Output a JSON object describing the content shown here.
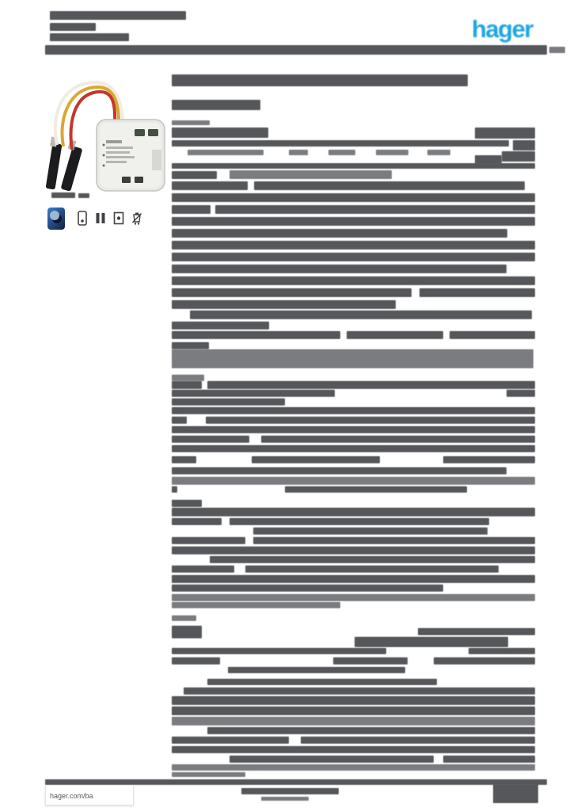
{
  "page": {
    "ink": "#55575a",
    "ink_light": "#7a7c7f",
    "accent_blue": "#1fa6df",
    "background": "#ffffff"
  },
  "header": {
    "logo_text": "hager"
  },
  "footer": {
    "site_text": "hager.com/ba"
  },
  "icon_names": [
    "quicklink-icon",
    "pushbutton-icon",
    "mount-icon",
    "cert-icon",
    "weee-bin-icon"
  ],
  "bars": [
    [
      63,
      14,
      172,
      11
    ],
    [
      63,
      29,
      58,
      10
    ],
    [
      63,
      42,
      100,
      10
    ],
    [
      57,
      57,
      634,
      12
    ],
    [
      694,
      59,
      20,
      8,
      "l"
    ],
    [
      65,
      243,
      30,
      7
    ],
    [
      99,
      244,
      14,
      6
    ],
    [
      217,
      94,
      374,
      15
    ],
    [
      217,
      126,
      112,
      13
    ],
    [
      217,
      152,
      48,
      6,
      "l"
    ],
    [
      217,
      161,
      122,
      13
    ],
    [
      600,
      161,
      76,
      14
    ],
    [
      217,
      177,
      426,
      8
    ],
    [
      648,
      177,
      28,
      13
    ],
    [
      237,
      189,
      96,
      7,
      "l"
    ],
    [
      365,
      189,
      24,
      7,
      "l"
    ],
    [
      415,
      189,
      34,
      7,
      "l"
    ],
    [
      475,
      189,
      41,
      7,
      "l"
    ],
    [
      540,
      189,
      29,
      7,
      "l"
    ],
    [
      634,
      191,
      42,
      13
    ],
    [
      600,
      196,
      34,
      11
    ],
    [
      217,
      206,
      459,
      7
    ],
    [
      217,
      216,
      57,
      10
    ],
    [
      290,
      215,
      205,
      11,
      "l"
    ],
    [
      217,
      229,
      96,
      11
    ],
    [
      321,
      229,
      342,
      11
    ],
    [
      217,
      244,
      459,
      11
    ],
    [
      217,
      259,
      49,
      11
    ],
    [
      272,
      259,
      404,
      11
    ],
    [
      217,
      274,
      459,
      11
    ],
    [
      217,
      289,
      424,
      11
    ],
    [
      217,
      304,
      459,
      11
    ],
    [
      217,
      319,
      459,
      11
    ],
    [
      217,
      334,
      423,
      11
    ],
    [
      217,
      349,
      459,
      11
    ],
    [
      217,
      364,
      303,
      11
    ],
    [
      530,
      364,
      146,
      11
    ],
    [
      217,
      379,
      283,
      11
    ],
    [
      240,
      392,
      432,
      11
    ],
    [
      217,
      406,
      123,
      10
    ],
    [
      217,
      418,
      213,
      10
    ],
    [
      438,
      418,
      122,
      10
    ],
    [
      568,
      418,
      108,
      10
    ],
    [
      217,
      432,
      47,
      9
    ],
    [
      217,
      441,
      457,
      24,
      "l"
    ],
    [
      217,
      473,
      41,
      8,
      "l"
    ],
    [
      217,
      481,
      38,
      10
    ],
    [
      262,
      481,
      414,
      10
    ],
    [
      217,
      492,
      206,
      9
    ],
    [
      640,
      492,
      36,
      9
    ],
    [
      217,
      503,
      143,
      9
    ],
    [
      217,
      514,
      459,
      9
    ],
    [
      217,
      526,
      19,
      9
    ],
    [
      260,
      526,
      416,
      9
    ],
    [
      217,
      538,
      459,
      9
    ],
    [
      217,
      550,
      98,
      9
    ],
    [
      330,
      550,
      346,
      9
    ],
    [
      217,
      562,
      459,
      9
    ],
    [
      217,
      576,
      31,
      9
    ],
    [
      318,
      576,
      162,
      9
    ],
    [
      560,
      576,
      116,
      9
    ],
    [
      217,
      590,
      423,
      9
    ],
    [
      217,
      602,
      459,
      10,
      "l"
    ],
    [
      217,
      614,
      7,
      8
    ],
    [
      360,
      614,
      230,
      8
    ],
    [
      217,
      631,
      38,
      9
    ],
    [
      217,
      641,
      459,
      11
    ],
    [
      217,
      654,
      63,
      9
    ],
    [
      290,
      654,
      328,
      9
    ],
    [
      320,
      666,
      296,
      9
    ],
    [
      217,
      678,
      93,
      9
    ],
    [
      320,
      678,
      356,
      9
    ],
    [
      217,
      690,
      459,
      10
    ],
    [
      265,
      702,
      411,
      9
    ],
    [
      217,
      714,
      79,
      9
    ],
    [
      310,
      714,
      320,
      9
    ],
    [
      217,
      726,
      459,
      10
    ],
    [
      217,
      738,
      343,
      9
    ],
    [
      217,
      750,
      459,
      9,
      "l"
    ],
    [
      217,
      760,
      213,
      8,
      "l"
    ],
    [
      217,
      777,
      31,
      7,
      "l"
    ],
    [
      217,
      790,
      38,
      16
    ],
    [
      528,
      793,
      148,
      9
    ],
    [
      448,
      804,
      194,
      13
    ],
    [
      217,
      818,
      271,
      8
    ],
    [
      592,
      818,
      84,
      8
    ],
    [
      217,
      830,
      61,
      9
    ],
    [
      421,
      830,
      94,
      9
    ],
    [
      548,
      830,
      128,
      9
    ],
    [
      288,
      842,
      224,
      8
    ],
    [
      262,
      857,
      290,
      8
    ],
    [
      232,
      868,
      444,
      9
    ],
    [
      217,
      879,
      459,
      11
    ],
    [
      217,
      892,
      459,
      11
    ],
    [
      217,
      905,
      459,
      11,
      "l"
    ],
    [
      262,
      918,
      414,
      9
    ],
    [
      217,
      930,
      148,
      9
    ],
    [
      380,
      930,
      296,
      9
    ],
    [
      217,
      942,
      459,
      9
    ],
    [
      290,
      954,
      258,
      9
    ],
    [
      560,
      954,
      116,
      9
    ],
    [
      217,
      965,
      459,
      8,
      "l"
    ],
    [
      217,
      975,
      93,
      6,
      "l"
    ],
    [
      57,
      984,
      634,
      7
    ],
    [
      305,
      995,
      123,
      8
    ],
    [
      330,
      1006,
      60,
      5,
      "l"
    ]
  ]
}
